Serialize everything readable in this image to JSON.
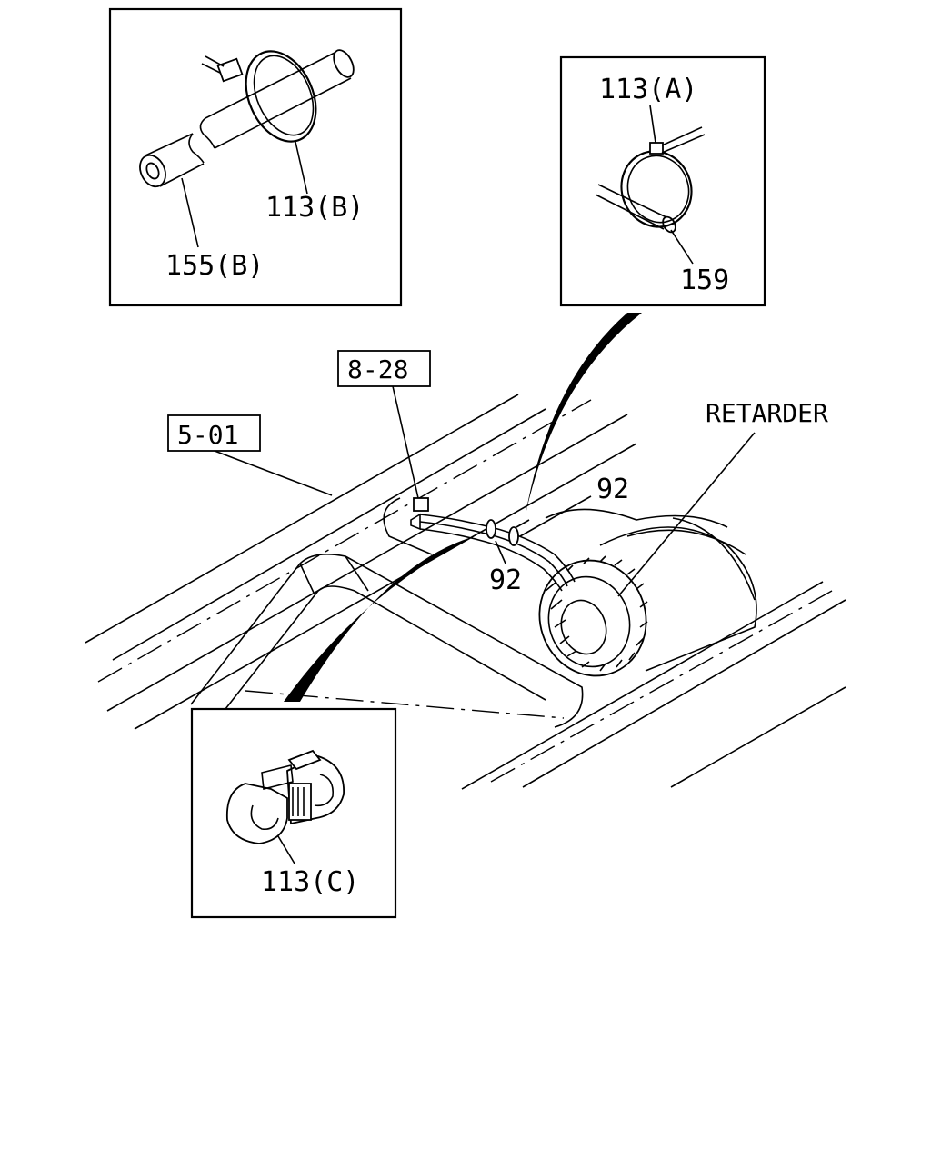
{
  "inset_b": {
    "label_clamp": "113(B)",
    "label_hose": "155(B)"
  },
  "inset_a": {
    "label_clamp": "113(A)",
    "label_pipe": "159"
  },
  "inset_c": {
    "label_clip": "113(C)"
  },
  "main": {
    "ref_connector": "8-28",
    "ref_frame": "5-01",
    "label_retarder": "RETARDER",
    "label_harness_upper": "92",
    "label_harness_lower": "92"
  }
}
